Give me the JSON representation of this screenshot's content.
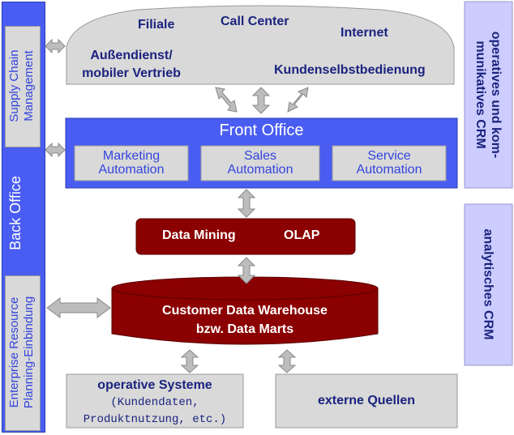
{
  "back_office": {
    "title": "Back Office",
    "scm_line1": "Supply Chain",
    "scm_line2": "Management",
    "erp_line1": "Enterprise Resource",
    "erp_line2": "Planning-Einbindung"
  },
  "channels": {
    "filiale": "Filiale",
    "call_center": "Call Center",
    "internet": "Internet",
    "aussendienst_line1": "Außendienst/",
    "aussendienst_line2": "mobiler Vertrieb",
    "kundenselbst": "Kundenselbstbedienung"
  },
  "front_office": {
    "title": "Front Office",
    "marketing_line1": "Marketing",
    "marketing_line2": "Automation",
    "sales_line1": "Sales",
    "sales_line2": "Automation",
    "service_line1": "Service",
    "service_line2": "Automation"
  },
  "analytics": {
    "data_mining": "Data Mining",
    "olap": "OLAP"
  },
  "warehouse": {
    "line1": "Customer Data Warehouse",
    "line2": "bzw. Data Marts"
  },
  "sources": {
    "operative_title": "operative Systeme",
    "operative_line2": "(Kundendaten,",
    "operative_line3": "Produktnutzung, etc.)",
    "externe": "externe Quellen"
  },
  "crm_labels": {
    "operativ_line1": "operatives und kom-",
    "operativ_line2": "munikatives CRM",
    "analytisch": "analytisches CRM"
  },
  "colors": {
    "blue": "#3f51f5",
    "dark_red": "#8b0000",
    "gray_box": "#e0e0e0",
    "lavender": "#ccccff"
  }
}
